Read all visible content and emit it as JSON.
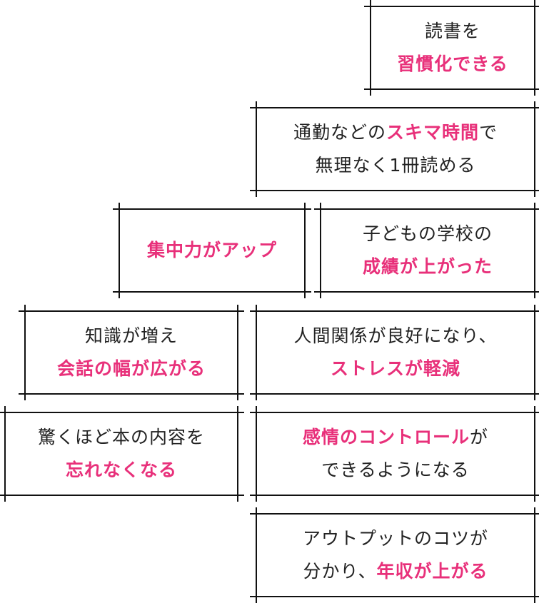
{
  "accent_color": "#e8307a",
  "boxes": [
    {
      "lines": [
        [
          {
            "t": "読書を",
            "h": false
          }
        ],
        [
          {
            "t": "習慣化できる",
            "h": true
          }
        ]
      ]
    },
    {
      "lines": [
        [
          {
            "t": "通勤などの",
            "h": false
          },
          {
            "t": "スキマ時間",
            "h": true
          },
          {
            "t": "で",
            "h": false
          }
        ],
        [
          {
            "t": "無理なく1冊読める",
            "h": false
          }
        ]
      ]
    },
    {
      "lines": [
        [
          {
            "t": "集中力がアップ",
            "h": true
          }
        ]
      ]
    },
    {
      "lines": [
        [
          {
            "t": "子どもの学校の",
            "h": false
          }
        ],
        [
          {
            "t": "成績が上がった",
            "h": true
          }
        ]
      ]
    },
    {
      "lines": [
        [
          {
            "t": "知識が増え",
            "h": false
          }
        ],
        [
          {
            "t": "会話の幅が広がる",
            "h": true
          }
        ]
      ]
    },
    {
      "lines": [
        [
          {
            "t": "人間関係が良好になり、",
            "h": false
          }
        ],
        [
          {
            "t": "ストレスが軽減",
            "h": true
          }
        ]
      ]
    },
    {
      "lines": [
        [
          {
            "t": "驚くほど本の内容を",
            "h": false
          }
        ],
        [
          {
            "t": "忘れなくなる",
            "h": true
          }
        ]
      ]
    },
    {
      "lines": [
        [
          {
            "t": "感情のコントロール",
            "h": true
          },
          {
            "t": "が",
            "h": false
          }
        ],
        [
          {
            "t": "できるようになる",
            "h": false
          }
        ]
      ]
    },
    {
      "lines": [
        [
          {
            "t": "アウトプットのコツが",
            "h": false
          }
        ],
        [
          {
            "t": "分かり、",
            "h": false
          },
          {
            "t": "年収が上がる",
            "h": true
          }
        ]
      ]
    }
  ]
}
